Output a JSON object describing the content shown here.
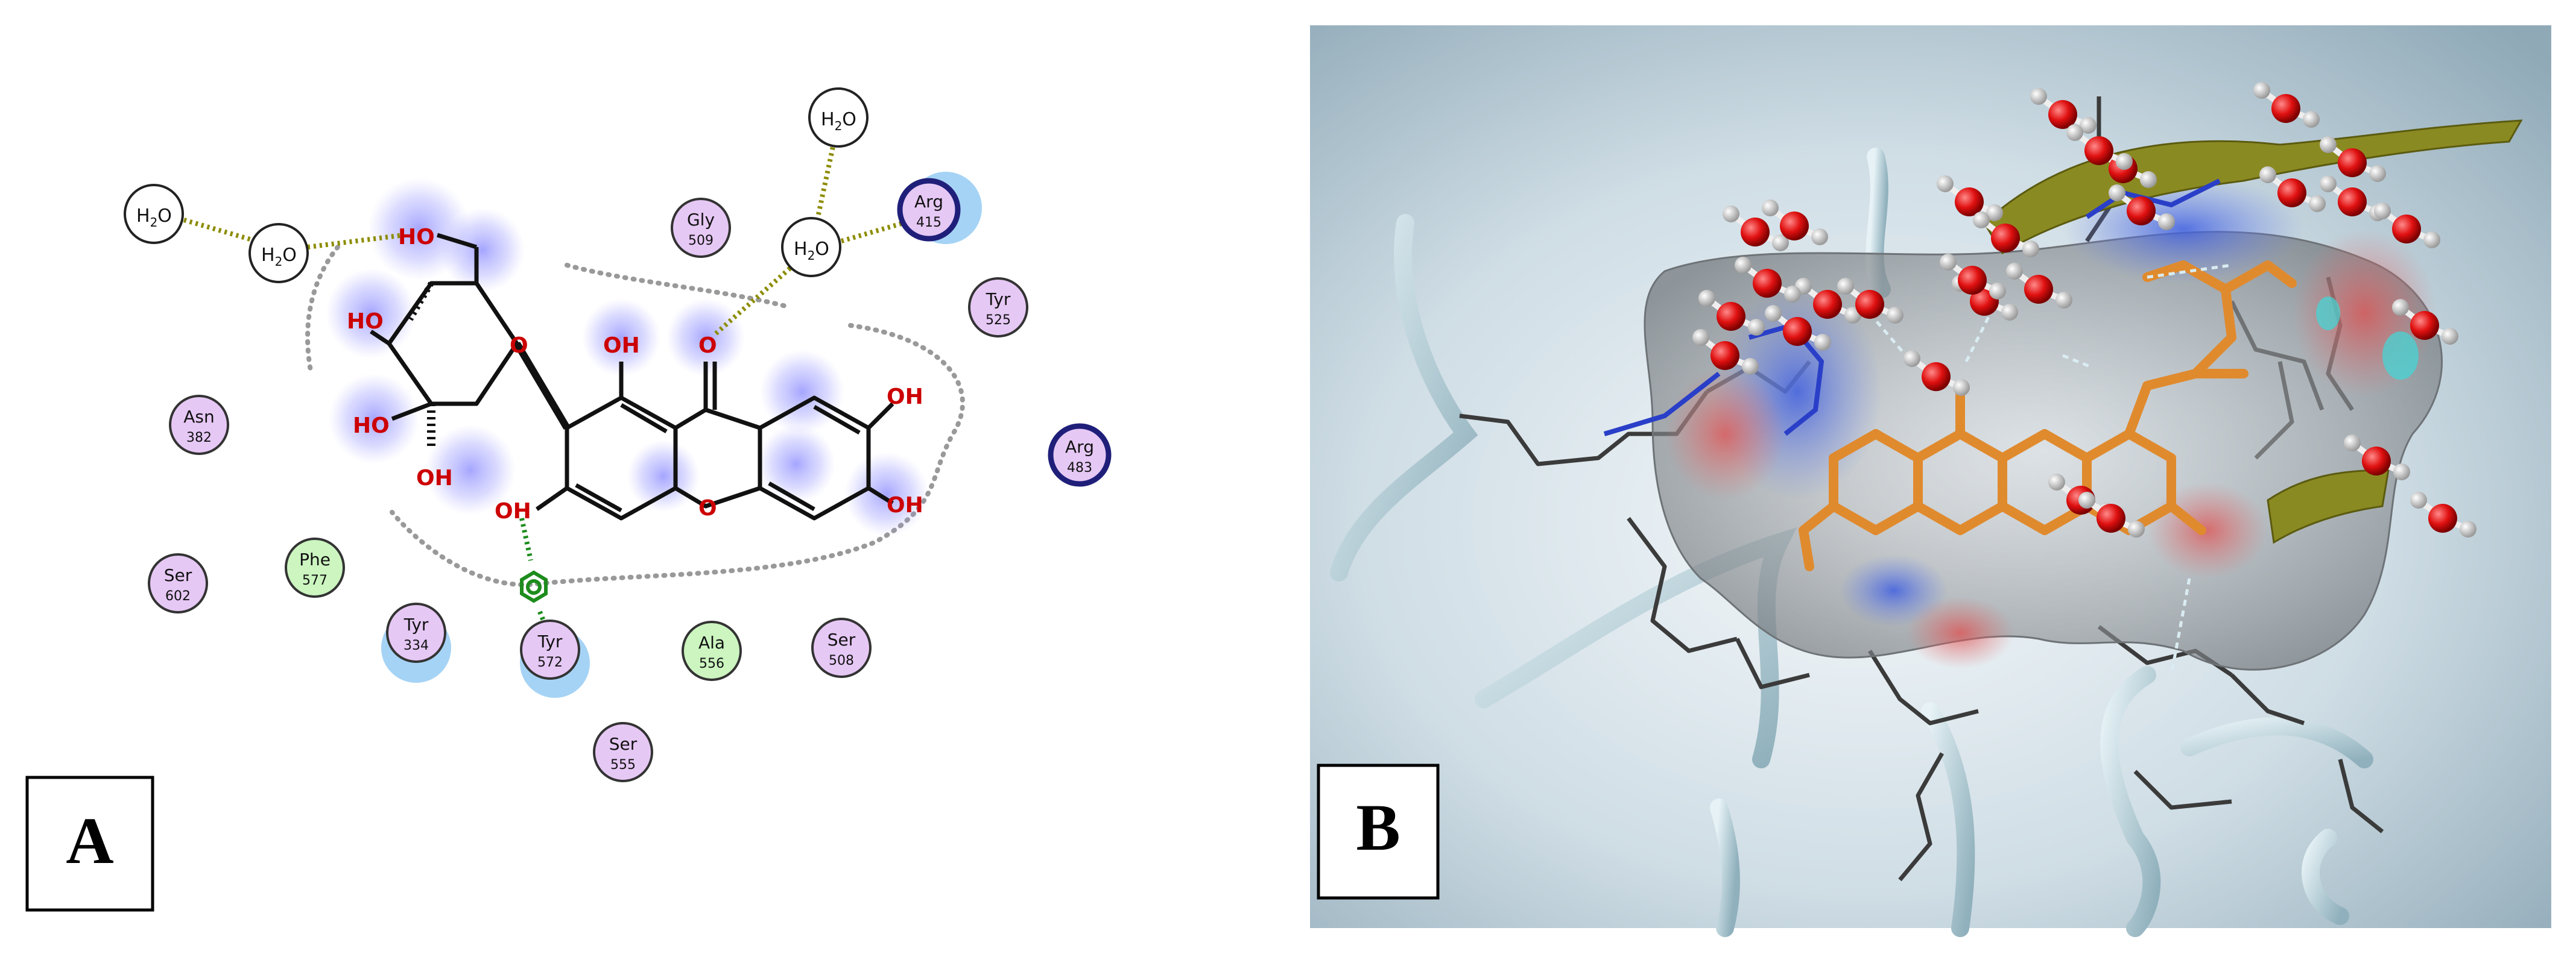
{
  "panels": {
    "a_label": "A",
    "b_label": "B"
  },
  "ligand": {
    "atoms": {
      "oh_ch2": "HO",
      "oh_sugar_left": "HO",
      "oh_sugar_low": "HO",
      "oh_sugar_bottom": "OH",
      "o_ring_sugar": "O",
      "oh_peri": "OH",
      "o_carbonyl": "O",
      "o_xanthene": "O",
      "oh_low_left": "OH",
      "oh_right_top": "OH",
      "oh_right_bottom": "OH"
    }
  },
  "water": {
    "main": "H",
    "sub": "2",
    "tail": "O"
  },
  "residues": [
    {
      "id": "gly509",
      "name": "Gly",
      "num": "509",
      "type": "polar"
    },
    {
      "id": "arg415",
      "name": "Arg",
      "num": "415",
      "type": "charged"
    },
    {
      "id": "tyr525",
      "name": "Tyr",
      "num": "525",
      "type": "polar"
    },
    {
      "id": "asn382",
      "name": "Asn",
      "num": "382",
      "type": "polar"
    },
    {
      "id": "arg483",
      "name": "Arg",
      "num": "483",
      "type": "charged"
    },
    {
      "id": "ser602",
      "name": "Ser",
      "num": "602",
      "type": "polar"
    },
    {
      "id": "phe577",
      "name": "Phe",
      "num": "577",
      "type": "hydrophobic"
    },
    {
      "id": "tyr334",
      "name": "Tyr",
      "num": "334",
      "type": "polar"
    },
    {
      "id": "tyr572",
      "name": "Tyr",
      "num": "572",
      "type": "polar"
    },
    {
      "id": "ala556",
      "name": "Ala",
      "num": "556",
      "type": "hydrophobic"
    },
    {
      "id": "ser508",
      "name": "Ser",
      "num": "508",
      "type": "polar"
    },
    {
      "id": "ser555",
      "name": "Ser",
      "num": "555",
      "type": "polar"
    }
  ],
  "colors": {
    "polar_fill": "#e6c8f5",
    "hydrophobic_fill": "#ccf5c0",
    "charged_ring": "#1f1f7a",
    "hbond_water": "#8c8c00",
    "hbond_pi": "#1d8c1d",
    "pocket_outline": "#999999",
    "atom_text_red": "#cc0000",
    "exposure_halo": "#6b6bff",
    "residue_halo": "#8ec8f2",
    "ligand_orange": "#e08a2e",
    "surface_grey": "#8e9296",
    "water_red": "#e01010"
  }
}
